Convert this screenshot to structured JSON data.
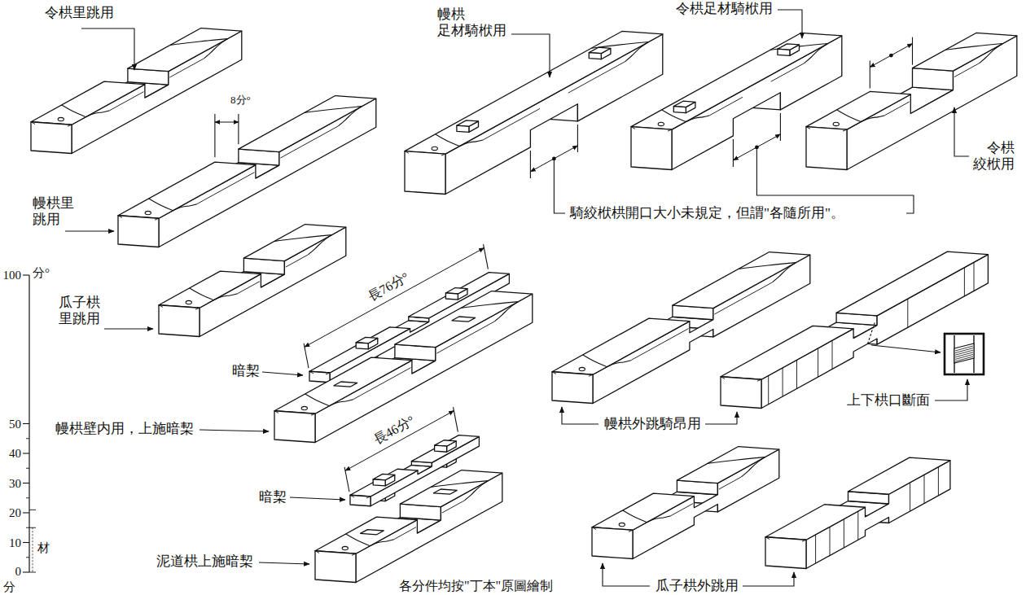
{
  "diagram": {
    "caption": "各分件均按\"丁本\"原圖繪制",
    "labels": [
      "令栱里跳用",
      "8分°",
      "幔栱里 跳用",
      "瓜子栱 里跳用",
      "幔栱 足材騎栿用",
      "令栱足材騎栿用",
      "令栱 絞栿用",
      "騎絞栿栱開口大小未規定，但謂\"各隨所用\"。",
      "長76分°",
      "暗栔",
      "幔栱壁内用，上施暗栔",
      "長46分°",
      "暗栔",
      "泥道栱上施暗栔",
      "幔栱外跳騎昂用",
      "上下栱口斷面",
      "瓜子栱外跳用",
      "100",
      "分°",
      "50",
      "40",
      "30",
      "20",
      "10",
      "0",
      "材",
      "分"
    ]
  }
}
